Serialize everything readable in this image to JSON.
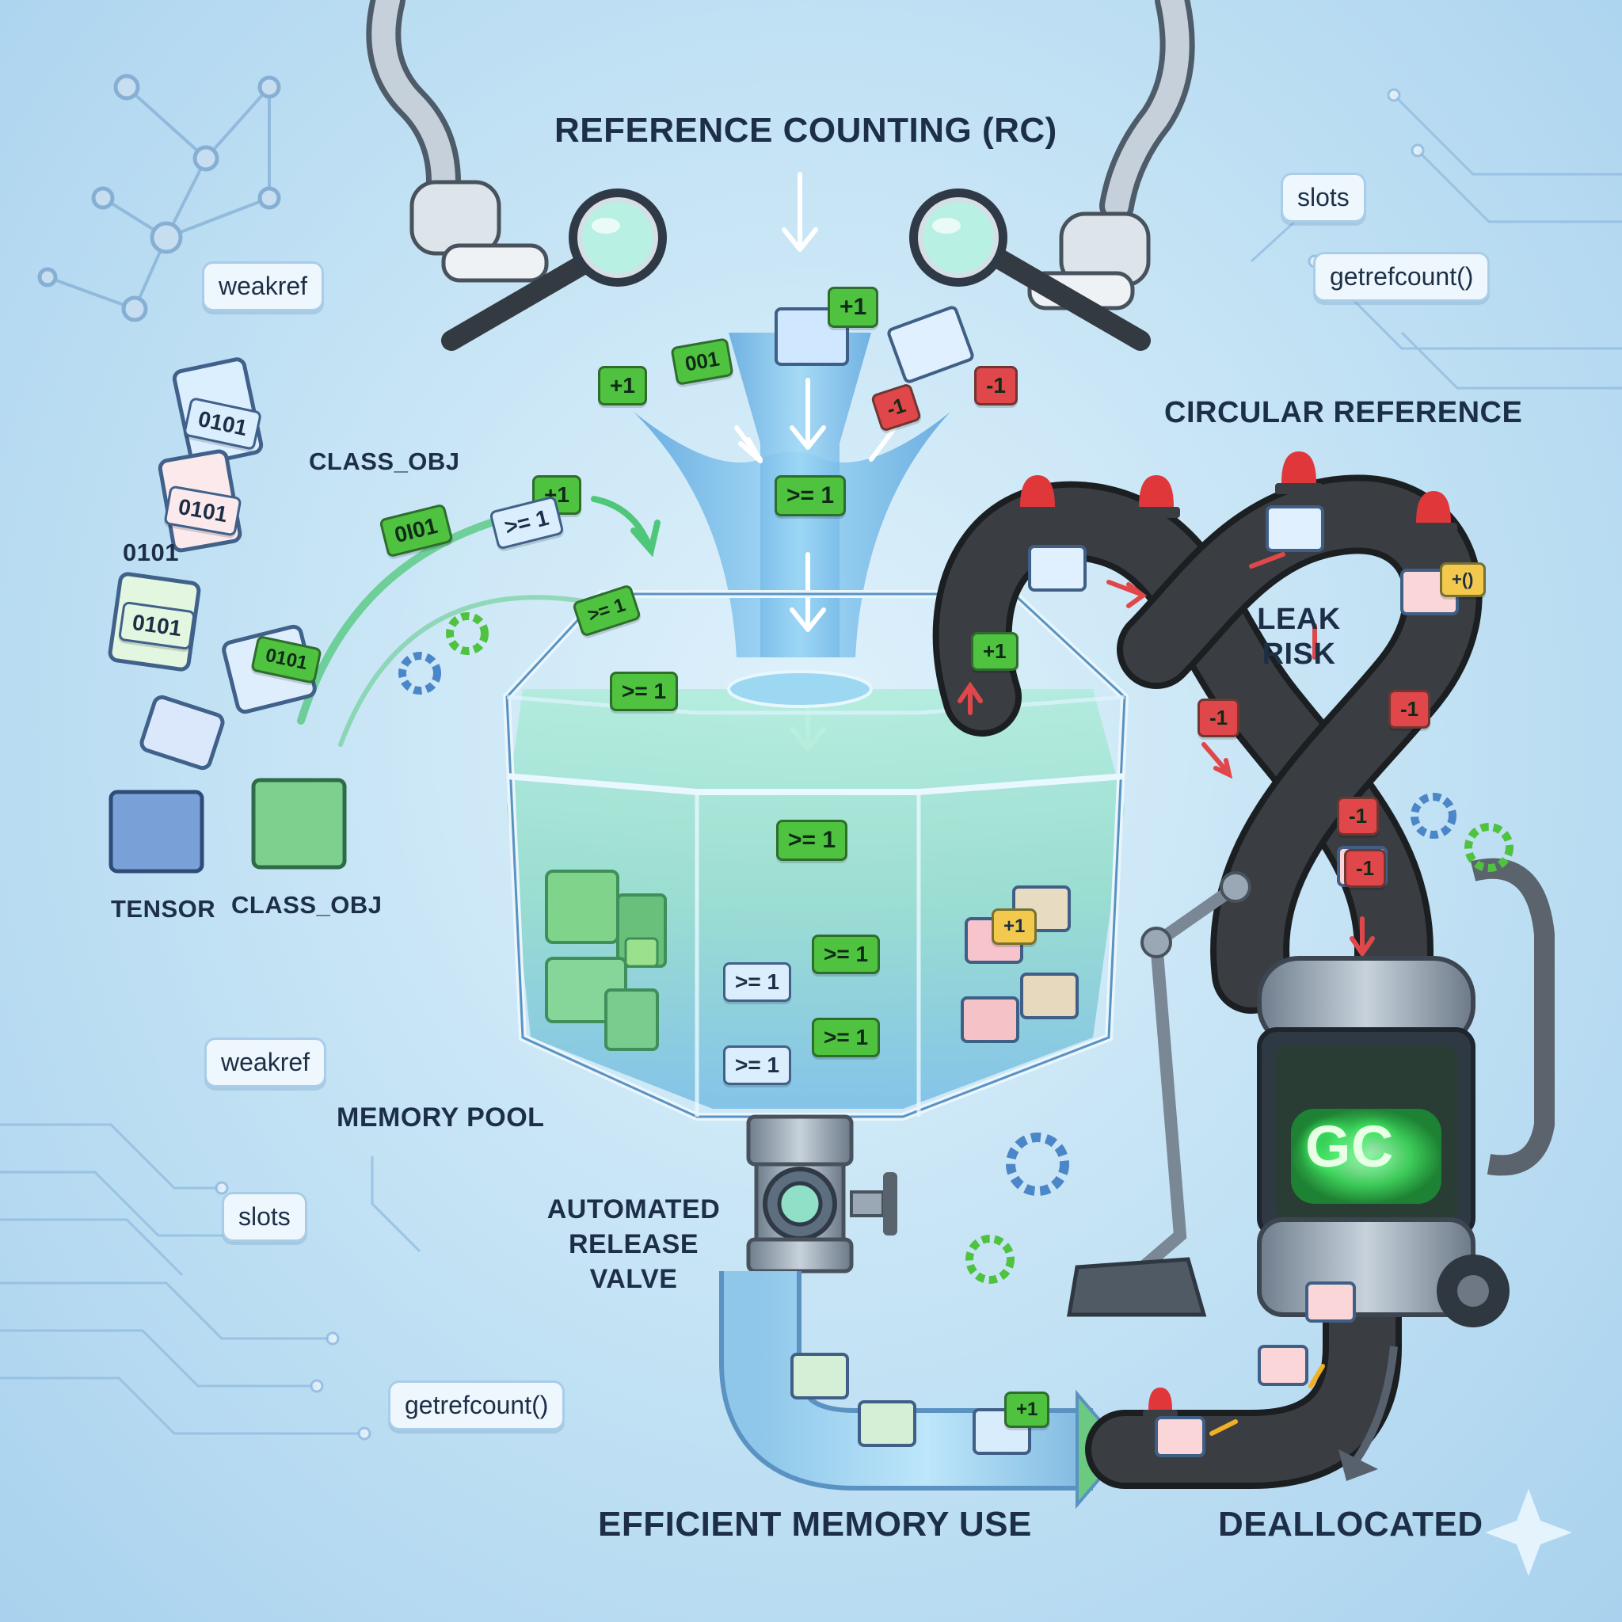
{
  "labels": {
    "title": "REFERENCE COUNTING (RC)",
    "circular": "CIRCULAR REFERENCE",
    "leak_line1": "LEAK",
    "leak_line2": "RISK",
    "class_obj_top": "CLASS_OBJ",
    "bits": "0101",
    "tensor": "TENSOR",
    "class_obj_bottom": "CLASS_OBJ",
    "memory_pool": "MEMORY POOL",
    "valve_line1": "AUTOMATED",
    "valve_line2": "RELEASE",
    "valve_line3": "VALVE",
    "efficient": "EFFICIENT MEMORY USE",
    "deallocated": "DEALLOCATED",
    "gc": "GC"
  },
  "tags": {
    "weakref_top": "weakref",
    "weakref_left": "weakref",
    "slots_top": "slots",
    "slots_left": "slots",
    "getrefcount_top": "getrefcount()",
    "getrefcount_left": "getrefcount()"
  },
  "badges": {
    "plus_one": "+1",
    "minus_one": "-1",
    "ge_one": ">= 1",
    "bits_short": "001",
    "bits_file": "0I01",
    "bits_card": "0101",
    "plus_paren": "+()"
  },
  "colors": {
    "green": "#4fc23f",
    "red": "#e0474a",
    "dark_tube": "#2f3236",
    "water": "#8fd6f0",
    "gc_glow": "#39e35a"
  }
}
